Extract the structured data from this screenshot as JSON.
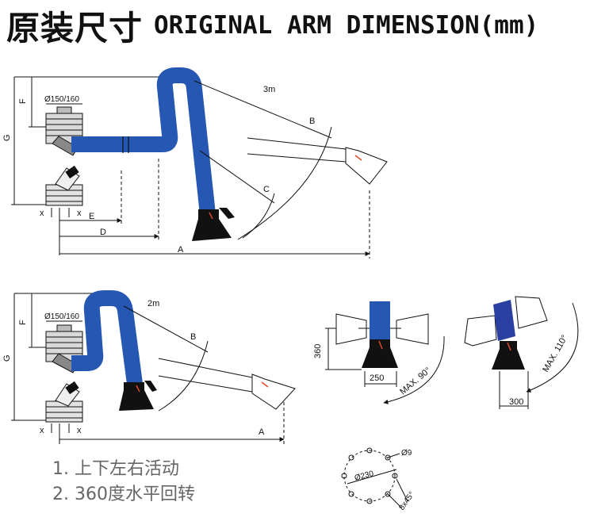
{
  "title": {
    "cn": "原装尺寸",
    "en": "ORIGINAL ARM DIMENSION(mm)"
  },
  "arm_3m": {
    "length_label": "3m",
    "pipe_label": "Ø150/160",
    "dim_F": "F",
    "dim_G": "G",
    "dim_A": "A",
    "dim_B": "B",
    "dim_C": "C",
    "dim_D": "D",
    "dim_E": "E",
    "dim_x_left": "x",
    "dim_x_right": "x"
  },
  "arm_2m": {
    "length_label": "2m",
    "pipe_label": "Ø150/160",
    "dim_F": "F",
    "dim_G": "G",
    "dim_A": "A",
    "dim_B": "B",
    "dim_x_left": "x",
    "dim_x_right": "x"
  },
  "hood_rotation": {
    "height": "360",
    "width_front": "250",
    "width_side": "300",
    "max_angle_front": "MAX. 90°",
    "max_angle_side": "MAX. 110°"
  },
  "flange": {
    "hole_dia": "Ø9",
    "bolt_circle": "Ø230",
    "hole_pattern": "8x45°"
  },
  "notes": [
    "1. 上下左右活动",
    "2. 360度水平回转"
  ],
  "colors": {
    "arm_blue": "#2557b3",
    "hood_black": "#111111",
    "accent_red": "#e04a2a"
  }
}
